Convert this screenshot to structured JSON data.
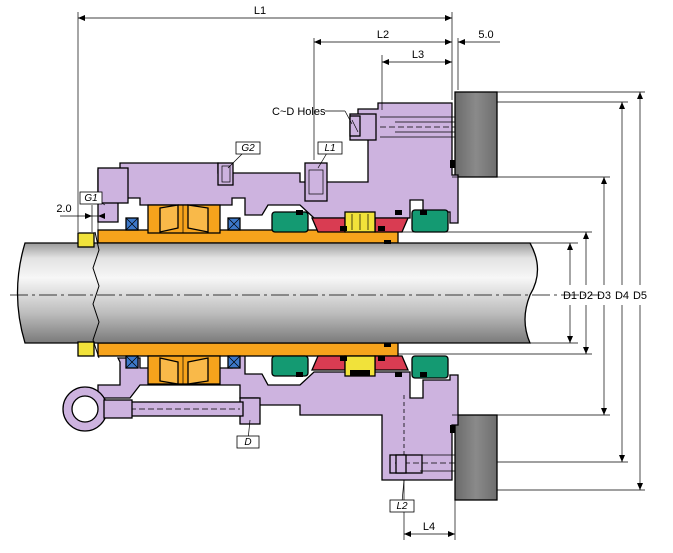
{
  "dimensions": {
    "L1": "L1",
    "L2": "L2",
    "L3": "L3",
    "offset_top": "5.0",
    "offset_left": "2.0",
    "L4": "L4",
    "D1": "D1",
    "D2": "D2",
    "D3": "D3",
    "D4": "D4",
    "D5": "D5"
  },
  "callouts": {
    "holes": "C~D Holes",
    "G1": "G1",
    "G2": "G2",
    "L1_port": "L1",
    "D_port": "D",
    "L2_port": "L2"
  },
  "colors": {
    "housing": "#cdb3df",
    "sleeve": "#f6a31c",
    "shaft_light": "#f2f2f2",
    "shaft_dark": "#8c8c8c",
    "green_seal": "#149a72",
    "red_seal": "#d93c52",
    "yellow_ring": "#f1e23a",
    "blue_packing": "#3d78c9",
    "gland_plate": "#7d7d7d"
  }
}
